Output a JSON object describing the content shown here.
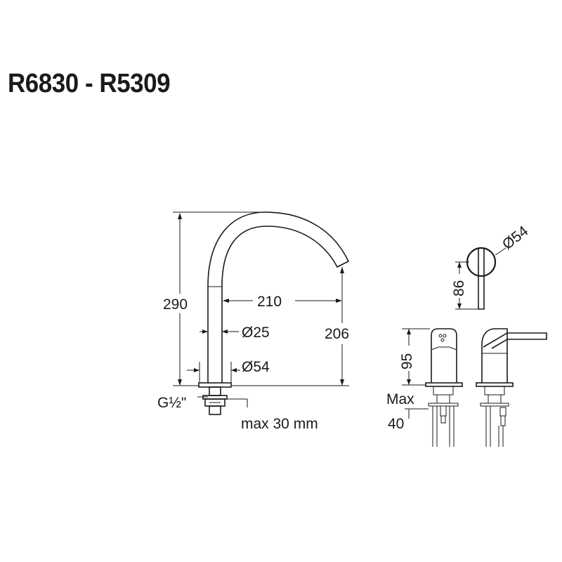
{
  "title": "R6830 - R5309",
  "spout_view": {
    "height_label": "290",
    "reach_label": "210",
    "outlet_height_label": "206",
    "tube_diameter_label": "Ø25",
    "base_diameter_label": "Ø54",
    "thread_label": "G½\"",
    "deck_thickness_label": "max 30 mm"
  },
  "mixer_top_view": {
    "diameter_label": "Ø54",
    "lever_length_label": "86"
  },
  "mixer_side_view": {
    "height_label": "95",
    "max_label": "Max",
    "max_value_label": "40"
  }
}
